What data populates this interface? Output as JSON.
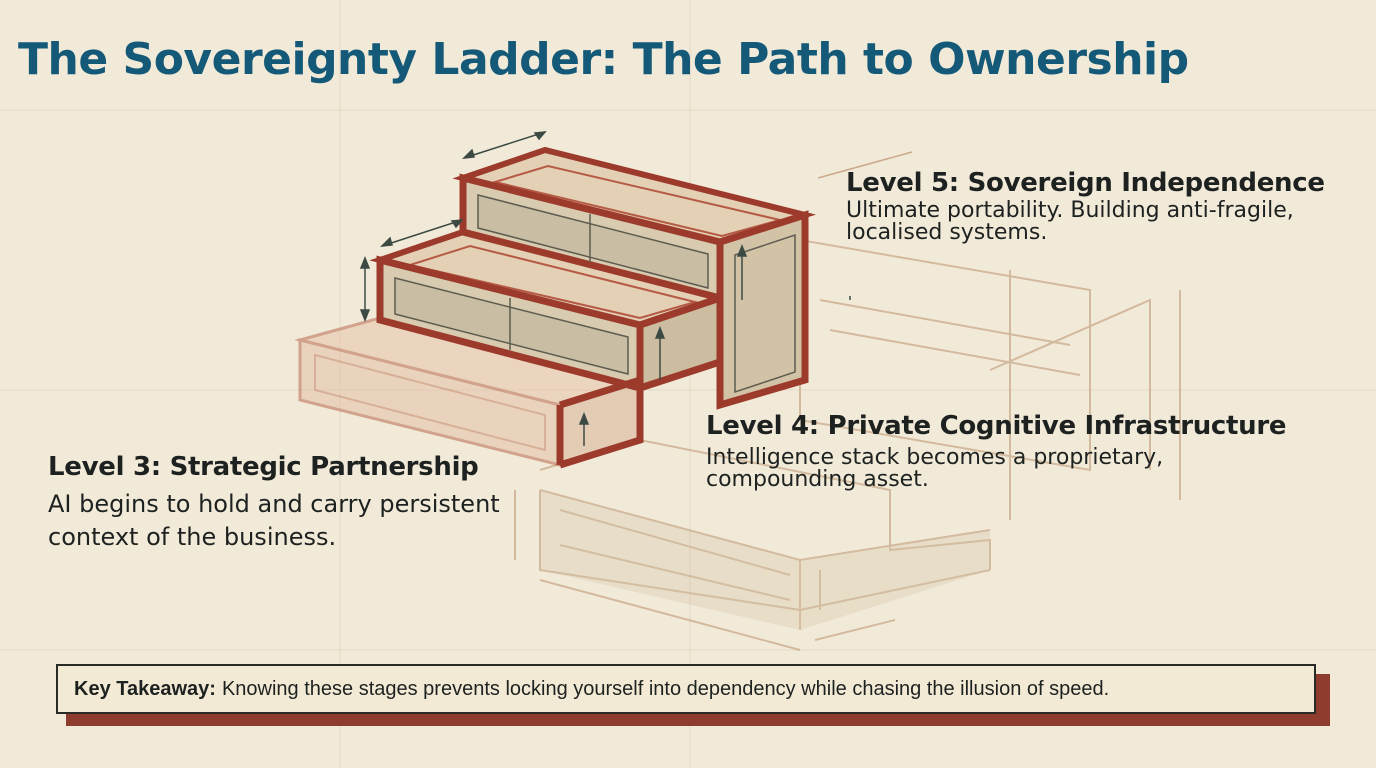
{
  "title": "The Sovereignty Ladder: The Path to Ownership",
  "levels": [
    {
      "heading": "Level 5: Sovereign Independence",
      "description_lines": [
        "Ultimate portability. Building anti-fragile,",
        "localised systems."
      ]
    },
    {
      "heading": "Level 4: Private Cognitive Infrastructure",
      "description_lines": [
        "Intelligence stack becomes a proprietary,",
        "compounding asset."
      ]
    },
    {
      "heading": "Level 3: Strategic Partnership",
      "description_lines": [
        "AI begins to hold and carry persistent",
        "context of the business."
      ]
    }
  ],
  "takeaway": {
    "label": "Key Takeaway:",
    "text": "Knowing these stages prevents locking yourself into dependency while chasing the illusion of speed."
  },
  "colors": {
    "title": "#145978",
    "brick": "#9c3b2c",
    "paper": "#f2ead9",
    "takeaway_shadow": "#8f3b2e"
  }
}
